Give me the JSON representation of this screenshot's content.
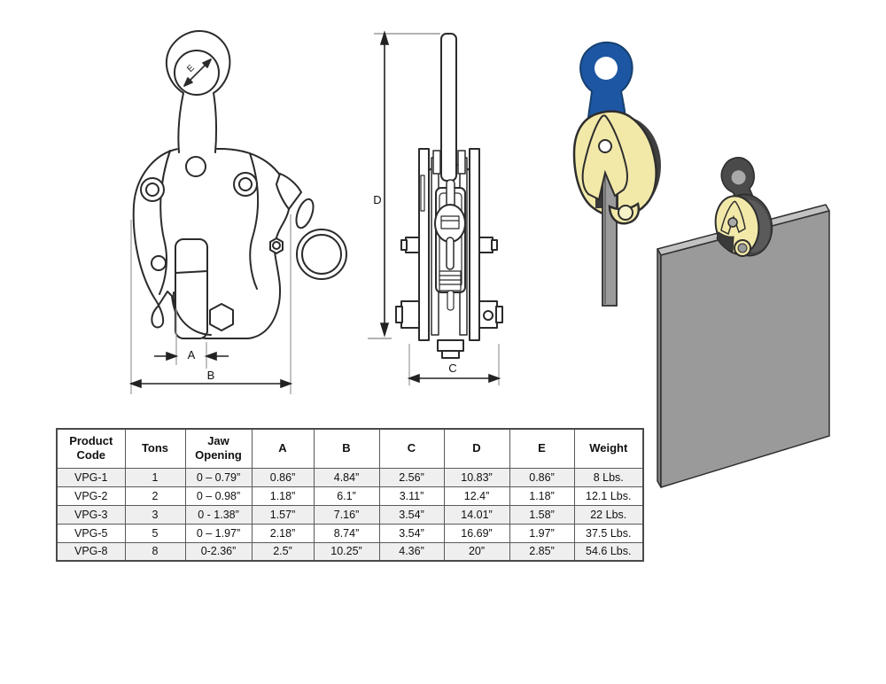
{
  "drawings": {
    "front_view": {
      "labels": {
        "eye_diameter": "E",
        "jaw_opening": "A",
        "overall_width": "B"
      }
    },
    "side_view": {
      "labels": {
        "overall_height": "D",
        "body_depth": "C"
      }
    },
    "colors": {
      "line_art": "#2b2b2b",
      "dimension_line_gray": "#9a9a9a",
      "eye_blue": "#1d56a3",
      "body_yellow": "#f2e9a9",
      "plate_gray": "#9a9a9a",
      "plate_top_gray": "#c2c2c2",
      "dark_metal": "#474747"
    }
  },
  "spec_table": {
    "headers": [
      "Product Code",
      "Tons",
      "Jaw Opening",
      "A",
      "B",
      "C",
      "D",
      "E",
      "Weight"
    ],
    "rows": [
      [
        "VPG-1",
        "1",
        "0 – 0.79”",
        "0.86”",
        "4.84”",
        "2.56”",
        "10.83”",
        "0.86”",
        "8 Lbs."
      ],
      [
        "VPG-2",
        "2",
        "0 – 0.98”",
        "1.18”",
        "6.1”",
        "3.11”",
        "12.4”",
        "1.18”",
        "12.1 Lbs."
      ],
      [
        "VPG-3",
        "3",
        "0 - 1.38”",
        "1.57”",
        "7.16”",
        "3.54”",
        "14.01”",
        "1.58”",
        "22 Lbs."
      ],
      [
        "VPG-5",
        "5",
        "0 – 1.97”",
        "2.18”",
        "8.74”",
        "3.54”",
        "16.69”",
        "1.97”",
        "37.5 Lbs."
      ],
      [
        "VPG-8",
        "8",
        "0-2.36”",
        "2.5”",
        "10.25”",
        "4.36”",
        "20”",
        "2.85”",
        "54.6 Lbs."
      ]
    ],
    "style": {
      "alt_row_bg": "#efefef",
      "grid_border": "#595959"
    }
  }
}
